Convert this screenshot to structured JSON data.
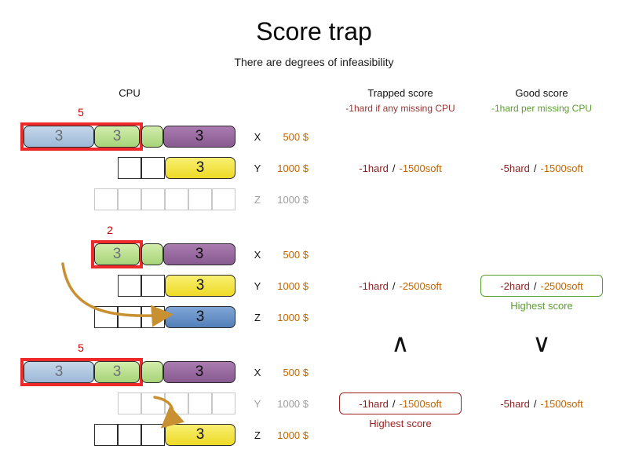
{
  "title": "Score trap",
  "subtitle": "There are degrees of infeasibility",
  "headers": {
    "cpu": "CPU",
    "trapped": "Trapped score",
    "trapped_sub": "-1hard if any missing CPU",
    "good": "Good score",
    "good_sub": "-1hard per missing CPU"
  },
  "highest_score_label": "Highest score",
  "comparison": {
    "trapped": "∧",
    "good": "∨"
  },
  "groups": {
    "g1": {
      "badge": "5",
      "x": {
        "label": "X",
        "cost": "500 $",
        "block_blue": "3",
        "block_green": "3",
        "block_purple": "3"
      },
      "y": {
        "label": "Y",
        "cost": "1000 $",
        "block_yellow": "3",
        "trapped_hard": "-1hard",
        "trapped_sep": "/",
        "trapped_soft": "-1500soft",
        "good_hard": "-5hard",
        "good_sep": "/",
        "good_soft": "-1500soft"
      },
      "z": {
        "label": "Z",
        "cost": "1000 $"
      }
    },
    "g2": {
      "badge": "2",
      "x": {
        "label": "X",
        "cost": "500 $",
        "block_green": "3",
        "block_purple": "3"
      },
      "y": {
        "label": "Y",
        "cost": "1000 $",
        "block_yellow": "3",
        "trapped_hard": "-1hard",
        "trapped_sep": "/",
        "trapped_soft": "-2500soft",
        "good_hard": "-2hard",
        "good_sep": "/",
        "good_soft": "-2500soft"
      },
      "z": {
        "label": "Z",
        "cost": "1000 $",
        "block_blue": "3"
      }
    },
    "g3": {
      "badge": "5",
      "x": {
        "label": "X",
        "cost": "500 $",
        "block_blue": "3",
        "block_green": "3",
        "block_purple": "3"
      },
      "y": {
        "label": "Y",
        "cost": "1000 $",
        "trapped_hard": "-1hard",
        "trapped_sep": "/",
        "trapped_soft": "-1500soft",
        "good_hard": "-5hard",
        "good_sep": "/",
        "good_soft": "-1500soft"
      },
      "z": {
        "label": "Z",
        "cost": "1000 $",
        "block_yellow": "3"
      }
    }
  },
  "colors": {
    "hard_score": "#8b1f1f",
    "soft_score": "#c06600",
    "cost": "#c06600",
    "good_green": "#5a9e2f",
    "trap_red": "#993333",
    "highlight_red": "#ee2929",
    "arrow_gold": "#c89030"
  }
}
